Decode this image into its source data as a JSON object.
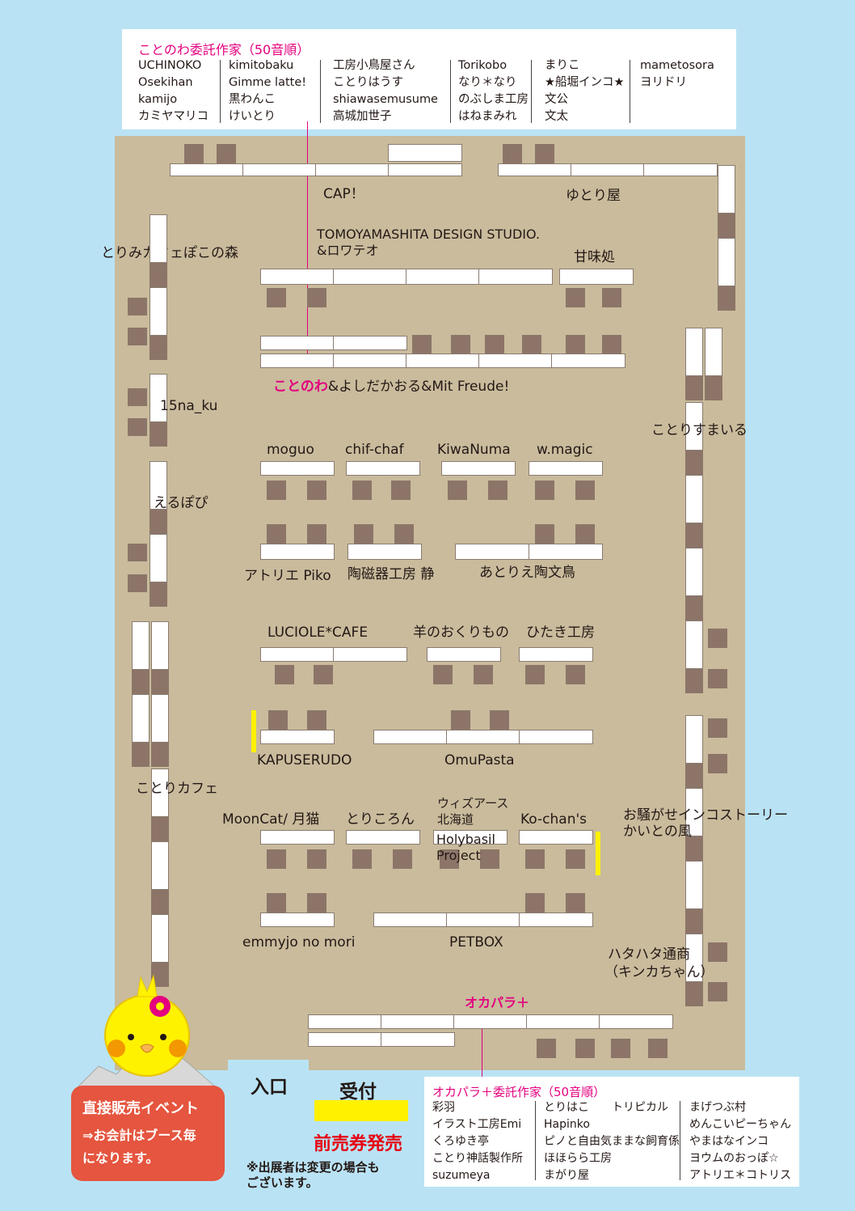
{
  "kotonowa_box": {
    "title": "ことのわ委託作家（50音順）",
    "columns": [
      [
        "UCHINOKO",
        "Osekihan",
        "kamijo",
        "カミヤマリコ"
      ],
      [
        "kimitobaku",
        "Gimme latte!",
        "黒わんこ",
        "けいとり"
      ],
      [
        "工房小鳥屋さん",
        "ことりはうす",
        "shiawasemusume",
        "高城加世子"
      ],
      [
        "Torikobo",
        "なり＊なり",
        "のぶしま工房",
        "はねまみれ"
      ],
      [
        "まりこ",
        "★船堀インコ★",
        "文公",
        "文太"
      ],
      [
        "mametosora",
        "ヨリドリ"
      ]
    ]
  },
  "booths": {
    "cap": "CAP！",
    "yutoriya": "ゆとり屋",
    "tomoyamashita_1": "TOMOYAMASHITA DESIGN STUDIO.",
    "tomoyamashita_2": "&ロワテオ",
    "kanmidokoro": "甘味処",
    "torimi": "とりみカフェぽこの森",
    "kotonowa": "ことのわ",
    "kotonowa_rest": "&よしだかおる&Mit Freude!",
    "na_ku": "15na_ku",
    "erupopi": "えるぽぴ",
    "kotorisumairu": "ことりすまいる",
    "moguo": "moguo",
    "chifchaf": "chif-chaf",
    "kiwanuma": "KiwaNuma",
    "wmagic": "w.magic",
    "atelier_piko": "アトリエ Piko",
    "toujiki": "陶磁器工房 静",
    "atorie_toubunchou": "あとりえ陶文鳥",
    "luciole": "LUCIOLE*CAFE",
    "hitsuji": "羊のおくりもの",
    "hitaki": "ひたき工房",
    "kapuserudo": "KAPUSERUDO",
    "omupasta": "OmuPasta",
    "kotoricafe": "ことりカフェ",
    "mooncat": "MoonCat/ 月猫",
    "torikoron": "とりころん",
    "wizuearth_1": "ウィズアース",
    "wizuearth_2": "北海道",
    "holybasil_1": "Holybasil",
    "holybasil_2": "Project",
    "kochans": "Ko-chan's",
    "osawagase_1": "お騒がせインコストーリー",
    "osawagase_2": "かいとの風",
    "emmyjo": "emmyjo no mori",
    "petbox": "PETBOX",
    "hatahata_1": "ハタハタ通商",
    "hatahata_2": "（キンカちゃん）",
    "okapara": "オカパラ＋"
  },
  "entrance": "入口",
  "reception": "受付",
  "advance_ticket": "前売券発売",
  "note_1": "※出展者は変更の場合も",
  "note_2": "ございます。",
  "notice_box": {
    "line1": "直接販売イベント",
    "line2": "⇒お会計はブース毎",
    "line3": "になります。"
  },
  "okapara_box": {
    "title": "オカパラ＋委託作家（50音順）",
    "columns": [
      [
        "彩羽",
        "イラスト工房Emi",
        "くろゆき亭",
        "ことり神話製作所",
        "suzumeya"
      ],
      [
        "とりはこ",
        "Hapinko",
        "ピノと自由気ままな飼育係",
        "ほほらら工房",
        "まがり屋"
      ],
      [
        "トリピカル"
      ],
      [
        "まげつぶ村",
        "めんこいピーちゃん",
        "やまはなインコ",
        "ヨウムのおっぽ☆",
        "アトリエ＊コトリス"
      ]
    ]
  },
  "colors": {
    "pink": "#e4007f",
    "floor": "#c9bb9c",
    "sky": "#b9e3f4",
    "chair": "#8c7568",
    "notice": "#e5553f",
    "yellow": "#fff100"
  }
}
